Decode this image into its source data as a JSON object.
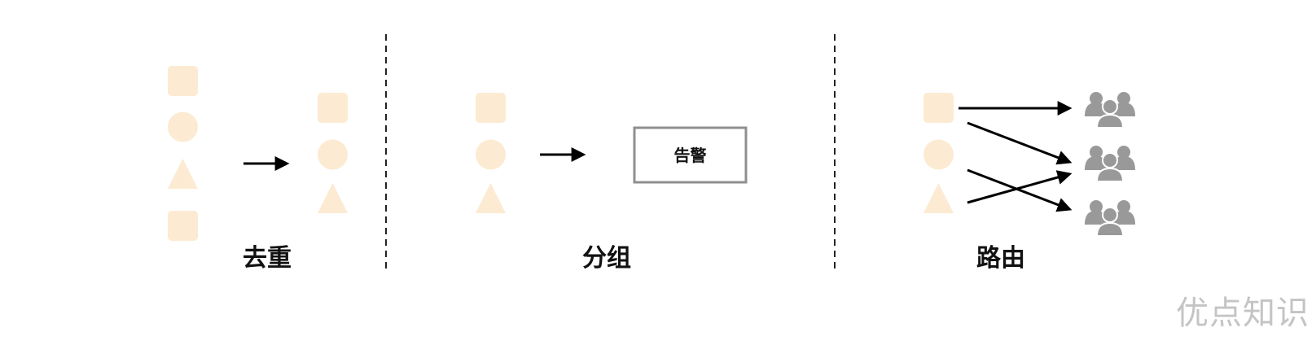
{
  "sections": {
    "dedup": {
      "label": "去重"
    },
    "group": {
      "label": "分组",
      "box_label": "告警"
    },
    "route": {
      "label": "路由"
    }
  },
  "watermark": "优点知识",
  "colors": {
    "shape_fill": "#fcebd2",
    "arrow": "#000000",
    "box_border": "#8f8f8f",
    "divider": "#222222",
    "people_icon": "#999999",
    "watermark": "#c4c4c4"
  }
}
